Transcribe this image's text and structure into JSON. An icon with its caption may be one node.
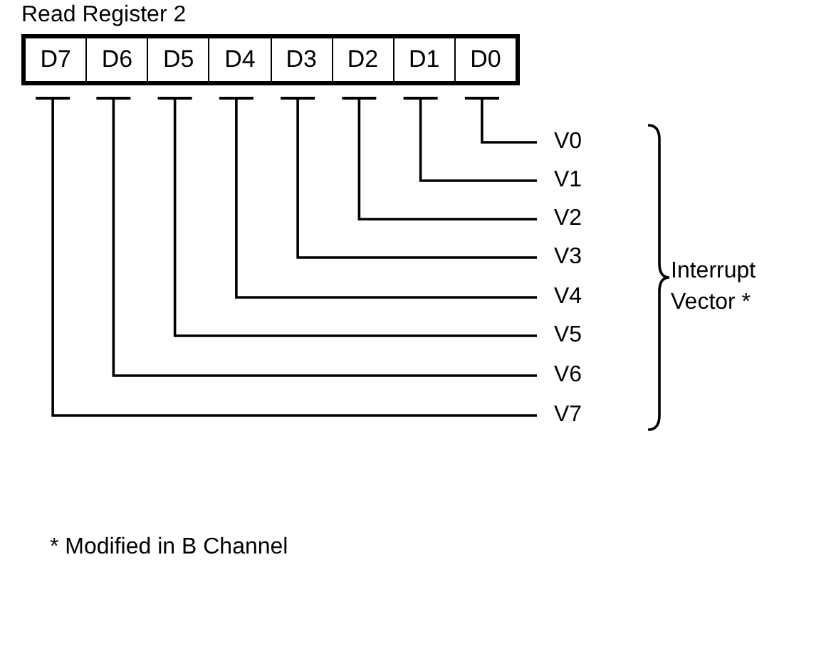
{
  "diagram": {
    "caption": "* Modified in B Channel",
    "nodes": [
      {
        "text": [
          "Read Register 2"
        ]
      },
      {
        "text": [
          "D7"
        ],
        "in": 0
      },
      {
        "text": [
          "D6"
        ],
        "in": 0
      },
      {
        "text": [
          "D5"
        ],
        "in": 0
      },
      {
        "text": [
          "D4"
        ],
        "in": 0
      },
      {
        "text": [
          "D3"
        ],
        "in": 0
      },
      {
        "text": [
          "D2"
        ],
        "in": 0
      },
      {
        "text": [
          "D1"
        ],
        "in": 0
      },
      {
        "text": [
          "D0"
        ],
        "in": 0
      },
      {
        "text": [
          "V0"
        ]
      },
      {
        "text": [
          "V1"
        ]
      },
      {
        "text": [
          "V2"
        ]
      },
      {
        "text": [
          "V3"
        ]
      },
      {
        "text": [
          "V4"
        ]
      },
      {
        "text": [
          "V5"
        ]
      },
      {
        "text": [
          "V6"
        ]
      },
      {
        "text": [
          "V7"
        ]
      }
    ],
    "edges": [
      {
        "from": 8,
        "to": 9,
        "arrow": "other"
      },
      {
        "from": 7,
        "to": 10,
        "arrow": "other"
      },
      {
        "from": 6,
        "to": 11,
        "arrow": "other"
      },
      {
        "from": 5,
        "to": 12,
        "arrow": "other"
      },
      {
        "from": 4,
        "to": 13,
        "arrow": "other"
      },
      {
        "from": 3,
        "to": 14,
        "arrow": "other"
      },
      {
        "from": 2,
        "to": 15,
        "arrow": "other"
      },
      {
        "from": 1,
        "to": 16,
        "arrow": "other"
      }
    ],
    "labels": [
      "Interrupt Vector *"
    ]
  }
}
